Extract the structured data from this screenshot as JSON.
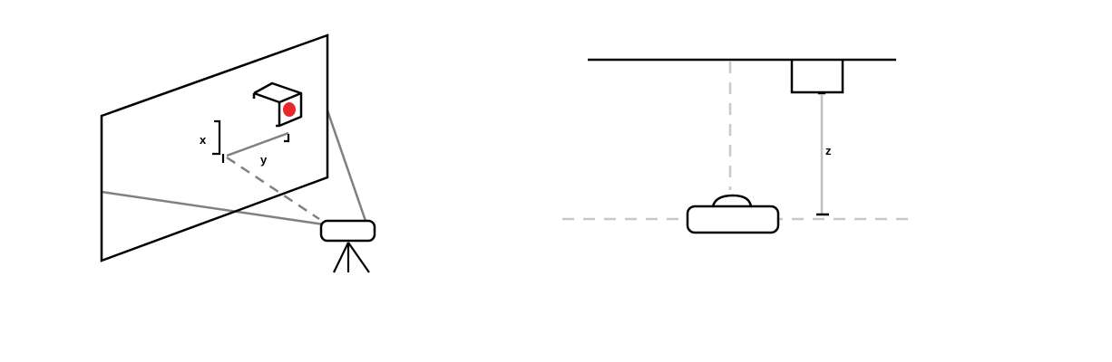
{
  "colors": {
    "ink": "#000000",
    "ray": "#808080",
    "dashed_light": "#c8c8c8",
    "rod": "#c0c0c0",
    "marker": "#e8262b"
  },
  "labels": {
    "x": "x",
    "y": "y",
    "z": "z"
  }
}
